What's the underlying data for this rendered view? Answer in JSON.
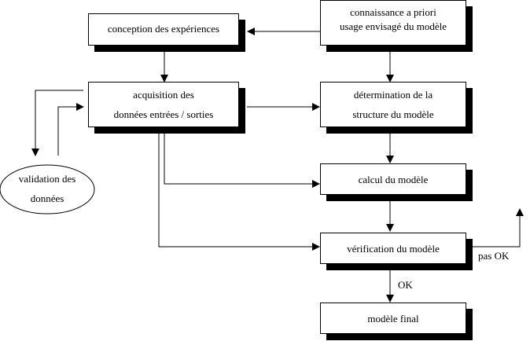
{
  "boxes": {
    "conception": {
      "line1": "conception des expériences"
    },
    "connaissance": {
      "line1": "connaissance a priori",
      "line2": "usage envisagé du modèle"
    },
    "acquisition": {
      "line1": "acquisition des",
      "line2": "données entrées / sorties"
    },
    "determination": {
      "line1": "détermination de la",
      "line2": "structure du modèle"
    },
    "calcul": {
      "line1": "calcul du modèle"
    },
    "verification": {
      "line1": "vérification du modèle"
    },
    "final": {
      "line1": "modèle final"
    }
  },
  "ellipse": {
    "line1": "validation des",
    "line2": "données"
  },
  "labels": {
    "pas_ok": "pas OK",
    "ok": "OK"
  },
  "colors": {
    "line": "#000000",
    "shadow": "#000000",
    "background": "#ffffff"
  }
}
